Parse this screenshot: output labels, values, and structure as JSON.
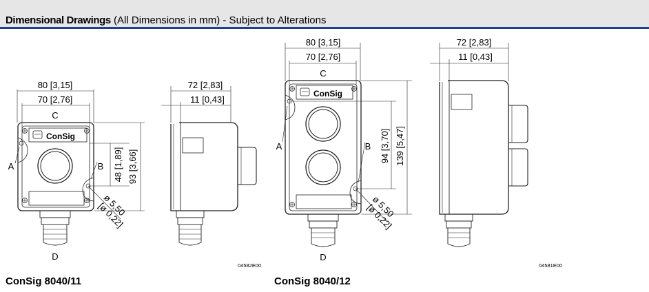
{
  "header": {
    "title_bold": "Dimensional Drawings",
    "title_rest": " (All Dimensions in mm) - Subject to Alterations"
  },
  "colors": {
    "header_bg": "#e6e6e6",
    "header_rule": "#1d3f8c",
    "line": "#222222"
  },
  "drawings": {
    "left": {
      "model": "ConSig 8040/11",
      "code": "04582E00",
      "brand": "ConSig",
      "front": {
        "width": "80 [3,15]",
        "inner_width": "70 [2,76]",
        "label_top": "C",
        "label_left": "A",
        "label_right": "B",
        "label_bottom": "D",
        "dim_hole": "48 [1,89]",
        "dim_height": "93 [3,66]",
        "dia1": "ø 5,50",
        "dia2": "[ø 0,22]"
      },
      "side": {
        "depth": "72 [2,83]",
        "lip": "11 [0,43]"
      }
    },
    "right": {
      "model": "ConSig 8040/12",
      "code": "04581E00",
      "brand": "ConSig",
      "front": {
        "width": "80 [3,15]",
        "inner_width": "70 [2,76]",
        "label_top": "C",
        "label_left": "A",
        "label_right": "B",
        "label_bottom": "D",
        "dim_hole": "94 [3,70]",
        "dim_height": "139 [5,47]",
        "dia1": "ø 5,50",
        "dia2": "[ø 0,22]"
      },
      "side": {
        "depth": "72 [2,83]",
        "lip": "11 [0,43]"
      }
    }
  }
}
